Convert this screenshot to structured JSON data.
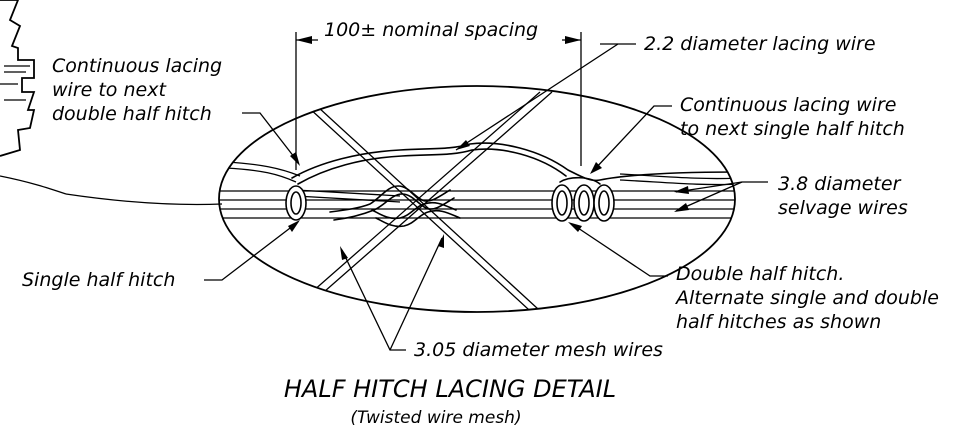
{
  "labels": {
    "spacing": "100± nominal spacing",
    "lacing_wire": "2.2 diameter lacing wire",
    "continuous_double_line1": "Continuous lacing",
    "continuous_double_line2": "wire to next",
    "continuous_double_line3": "double half hitch",
    "continuous_single_line1": "Continuous lacing wire",
    "continuous_single_line2": "to next single half hitch",
    "selvage_line1": "3.8 diameter",
    "selvage_line2": "selvage wires",
    "single_hitch": "Single half hitch",
    "double_hitch_line1": "Double half hitch.",
    "double_hitch_line2": "Alternate single and double",
    "double_hitch_line3": "half hitches as shown",
    "mesh_wires": "3.05 diameter mesh wires"
  },
  "title": "HALF HITCH LACING DETAIL",
  "subtitle": "(Twisted wire mesh)"
}
